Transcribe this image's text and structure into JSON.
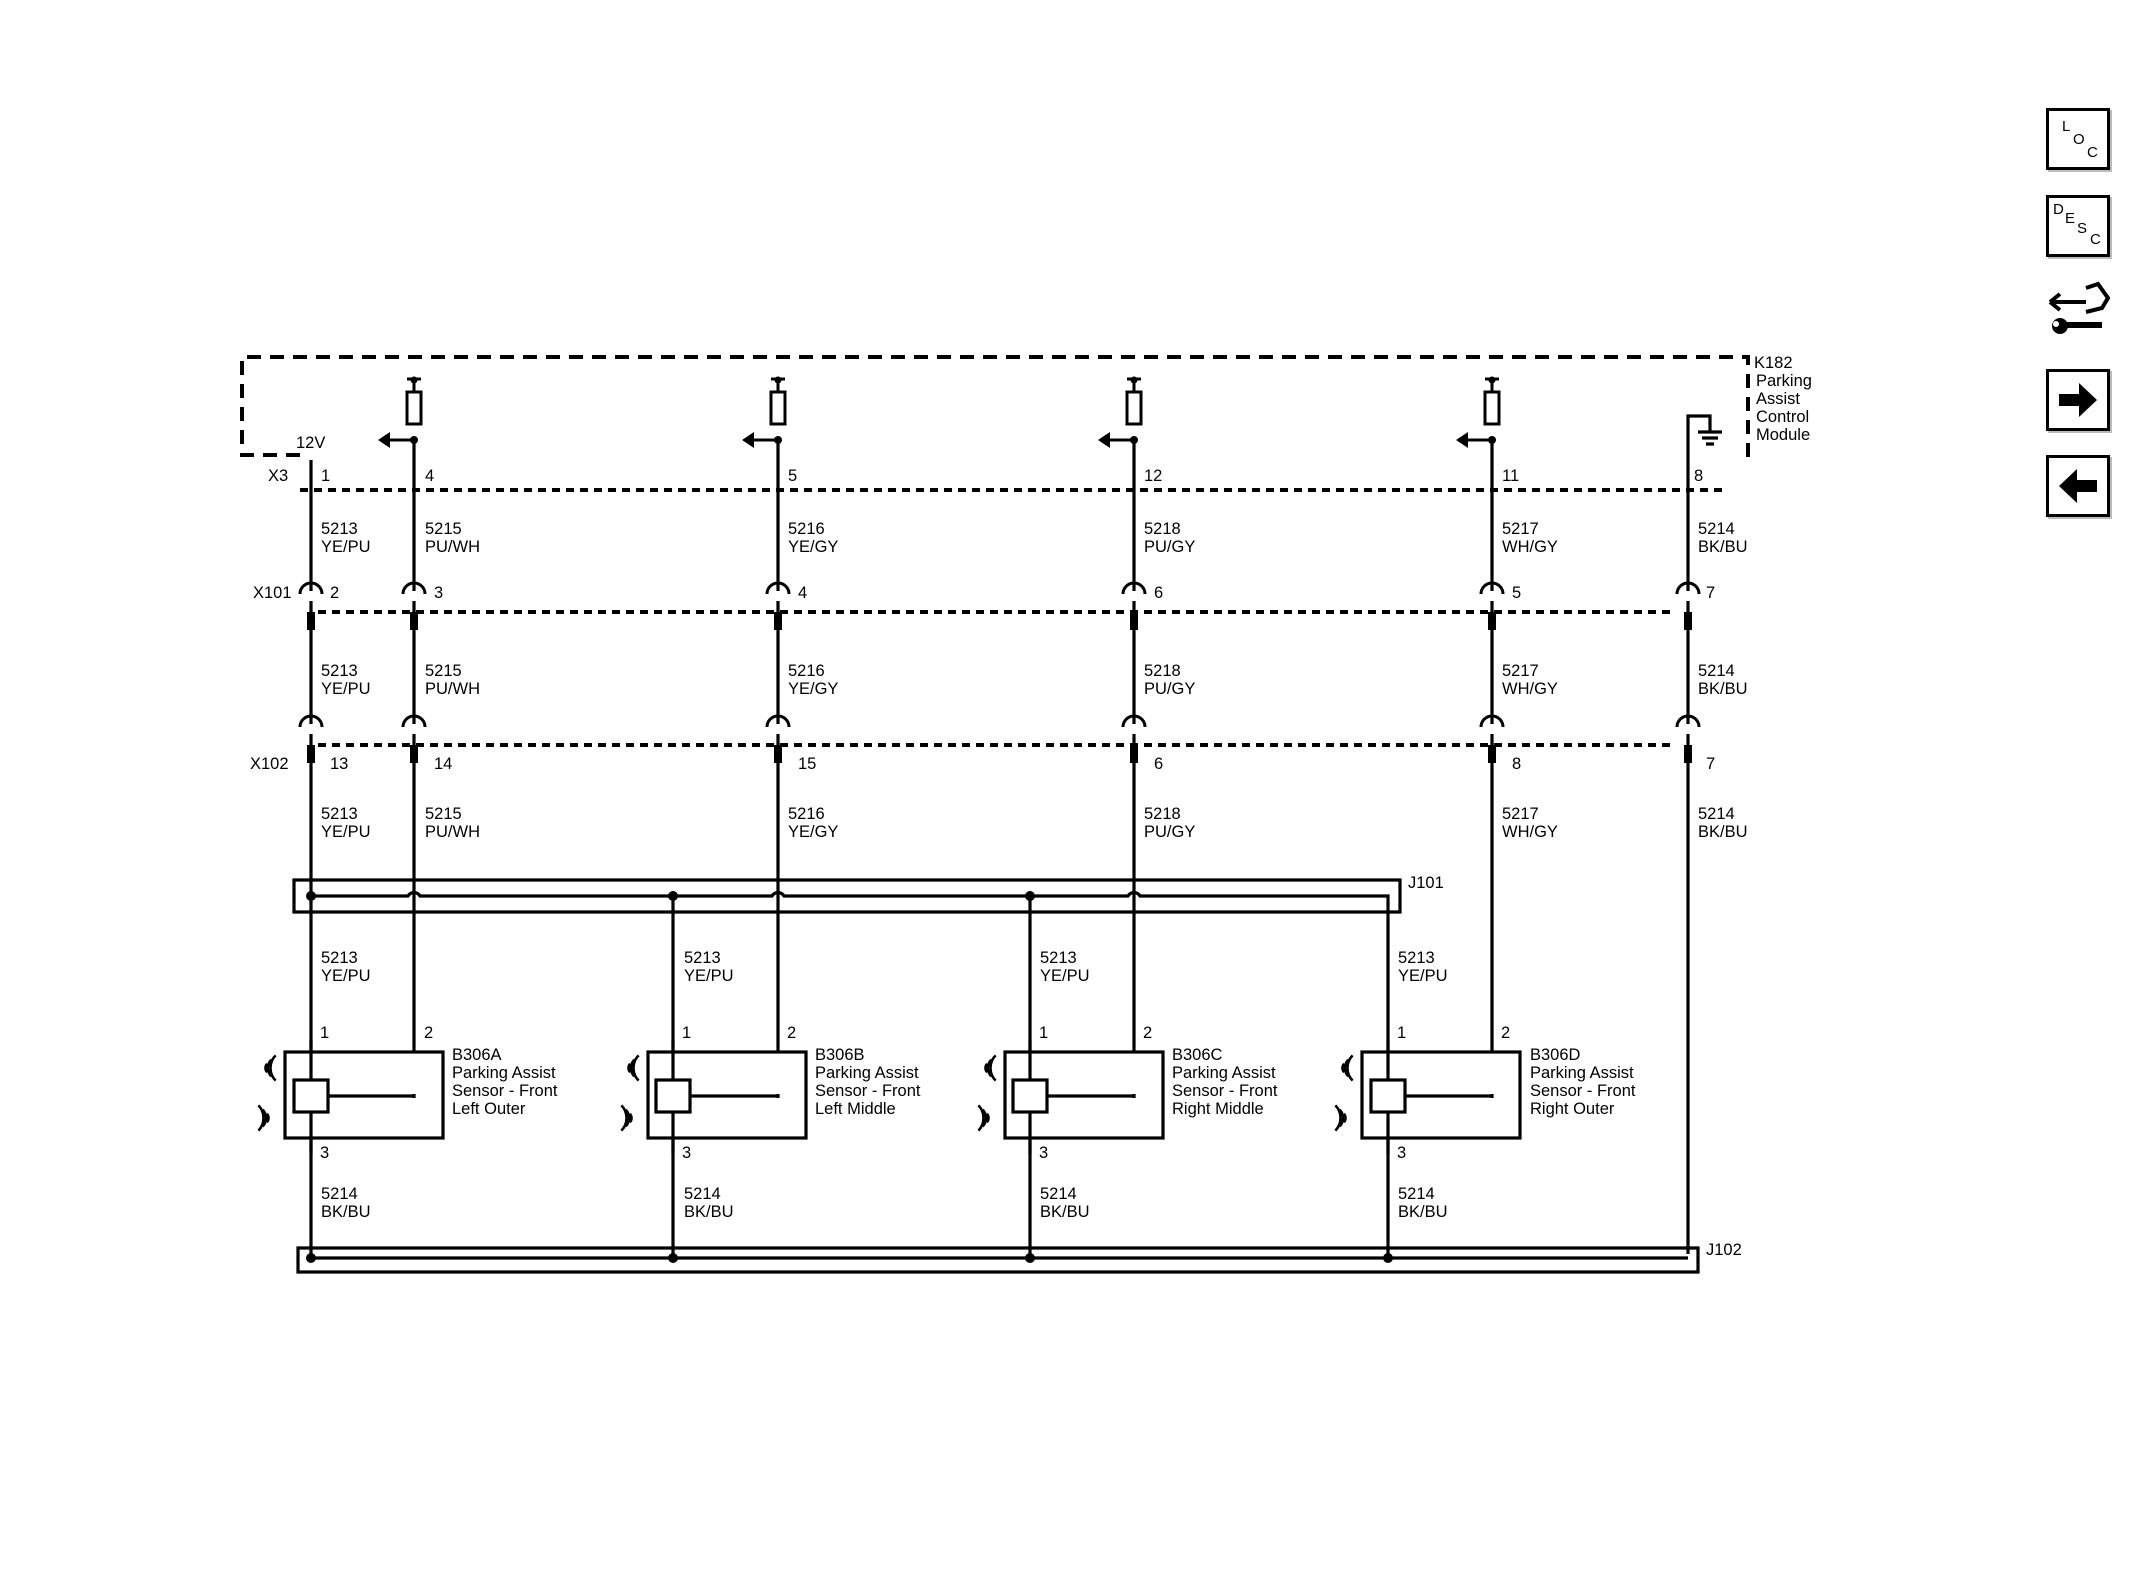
{
  "module": {
    "ref": "K182",
    "name_lines": [
      "Parking",
      "Assist",
      "Control",
      "Module"
    ],
    "supply_label": "12V",
    "connector": "X3",
    "pins": [
      "1",
      "4",
      "5",
      "12",
      "11",
      "8"
    ]
  },
  "inline_connectors": [
    {
      "ref": "X101",
      "pins": [
        "2",
        "3",
        "4",
        "6",
        "5",
        "7"
      ]
    },
    {
      "ref": "X102",
      "pins": [
        "13",
        "14",
        "15",
        "6",
        "8",
        "7"
      ]
    }
  ],
  "wires": [
    {
      "circuit": "5213",
      "color": "YE/PU"
    },
    {
      "circuit": "5215",
      "color": "PU/WH"
    },
    {
      "circuit": "5216",
      "color": "YE/GY"
    },
    {
      "circuit": "5218",
      "color": "PU/GY"
    },
    {
      "circuit": "5217",
      "color": "WH/GY"
    },
    {
      "circuit": "5214",
      "color": "BK/BU"
    }
  ],
  "splices": {
    "supply": "J101",
    "ground": "J102"
  },
  "sensors": [
    {
      "ref": "B306A",
      "name_lines": [
        "Parking Assist",
        "Sensor - Front",
        "Left Outer"
      ],
      "pin_a": "1",
      "pin_b": "2",
      "pin_c": "3"
    },
    {
      "ref": "B306B",
      "name_lines": [
        "Parking Assist",
        "Sensor - Front",
        "Left Middle"
      ],
      "pin_a": "1",
      "pin_b": "2",
      "pin_c": "3"
    },
    {
      "ref": "B306C",
      "name_lines": [
        "Parking Assist",
        "Sensor - Front",
        "Right Middle"
      ],
      "pin_a": "1",
      "pin_b": "2",
      "pin_c": "3"
    },
    {
      "ref": "B306D",
      "name_lines": [
        "Parking Assist",
        "Sensor - Front",
        "Right Outer"
      ],
      "pin_a": "1",
      "pin_b": "2",
      "pin_c": "3"
    }
  ],
  "toolbar": {
    "loc": [
      "L",
      "O",
      "C"
    ],
    "desc": [
      "D",
      "E",
      "S",
      "C"
    ],
    "icons": [
      "location-button",
      "description-button",
      "connector-tool-icon",
      "next-arrow-icon",
      "previous-arrow-icon"
    ]
  }
}
